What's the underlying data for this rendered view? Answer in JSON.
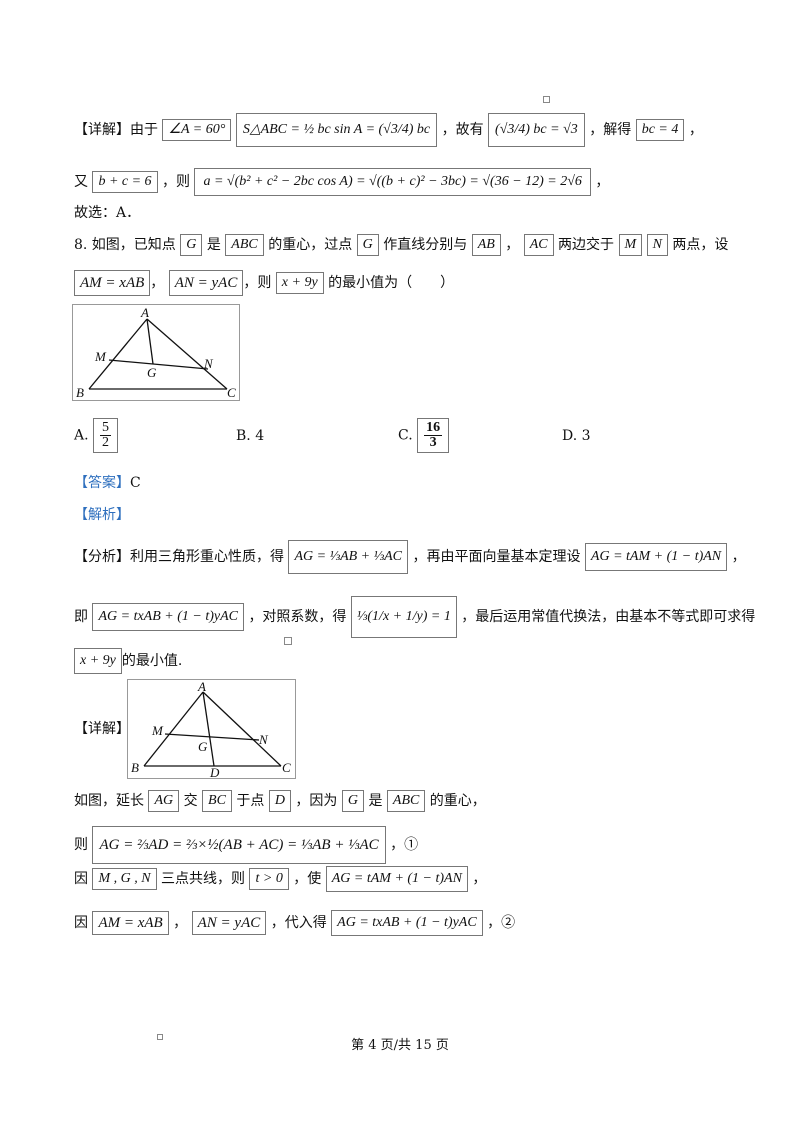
{
  "detail1": {
    "tag": "【详解】",
    "t1": "由于",
    "m1": "∠A = 60°",
    "m2": "S△ABC = ½ bc sin A = (√3/4) bc",
    "t2": "，故有",
    "m3": "(√3/4) bc = √3",
    "t3": "，解得",
    "m4": "bc = 4",
    "t4": "，"
  },
  "detail1b": {
    "t1": "又",
    "m1": "b + c = 6",
    "t2": "，则",
    "m2": "a = √(b² + c² − 2bc cos A) = √((b + c)² − 3bc) = √(36 − 12) = 2√6",
    "t3": "，"
  },
  "answer_line": "故选：A．",
  "q8": {
    "t1": "8. 如图，已知点",
    "m1": "G",
    "t2": "是",
    "m2": "ABC",
    "t3": "的重心，过点",
    "m3": "G",
    "t4": "作直线分别与",
    "m4": "AB",
    "t5": "，",
    "m5": "AC",
    "t6": "两边交于",
    "m6": "M",
    "m7": "N",
    "t7": "两点，设",
    "m8": "AM = xAB",
    "t8": "，",
    "m9": "AN = yAC",
    "t9": "，则",
    "m10": "x + 9y",
    "t10": "的最小值为（　　）"
  },
  "figure_labels": {
    "A": "A",
    "B": "B",
    "C": "C",
    "M": "M",
    "N": "N",
    "G": "G",
    "D": "D"
  },
  "options": {
    "a_label": "A.",
    "a_num": "5",
    "a_den": "2",
    "b": "B. 4",
    "c_label": "C.",
    "c_num": "16",
    "c_den": "3",
    "d": "D. 3"
  },
  "answer": {
    "tag": "【答案】",
    "value": "C"
  },
  "analysis_tag": "【解析】",
  "analysis": {
    "tag": "【分析】",
    "t1": "利用三角形重心性质，得",
    "m1": "AG = ⅓AB + ⅓AC",
    "t2": "，再由平面向量基本定理设",
    "m2": "AG = tAM + (1 − t)AN",
    "t3": "，",
    "t4": "即",
    "m3": "AG = txAB + (1 − t)yAC",
    "t5": "，对照系数，得",
    "m4": "⅓(1/x + 1/y) = 1",
    "t6": "，最后运用常值代换法，由基本不等式即可求得",
    "m5": "x + 9y",
    "t7": "的最小值."
  },
  "detail2": {
    "tag": "【详解】",
    "l1_t1": "如图，延长",
    "l1_m1": "AG",
    "l1_t2": "交",
    "l1_m2": "BC",
    "l1_t3": "于点",
    "l1_m3": "D",
    "l1_t4": "，因为",
    "l1_m4": "G",
    "l1_t5": "是",
    "l1_m5": "ABC",
    "l1_t6": "的重心，",
    "l2_t1": "则",
    "l2_m1": "AG = ⅔AD = ⅔×½(AB + AC) = ⅓AB + ⅓AC",
    "l2_t2": "，①",
    "l3_t1": "因",
    "l3_m1": "M , G , N",
    "l3_t2": "三点共线，则",
    "l3_m2": "t > 0",
    "l3_t3": "，使",
    "l3_m3": "AG = tAM + (1 − t)AN",
    "l3_t4": "，",
    "l4_t1": "因",
    "l4_m1": "AM = xAB",
    "l4_t2": "，",
    "l4_m2": "AN = yAC",
    "l4_t3": "，代入得",
    "l4_m3": "AG = txAB + (1 − t)yAC",
    "l4_t4": "，②"
  },
  "footer": "第 4 页/共 15 页"
}
